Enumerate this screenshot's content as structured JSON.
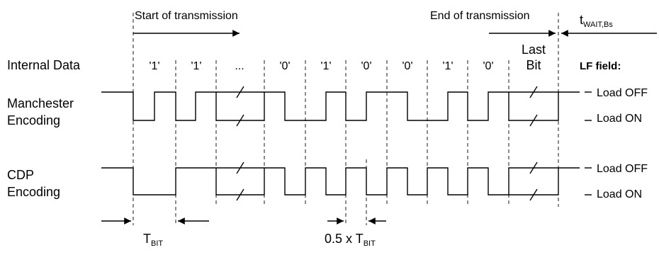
{
  "header": {
    "start_label": "Start of transmission",
    "end_label": "End of transmission",
    "t_wait_main": "t",
    "t_wait_sub": "WAIT,Bs"
  },
  "internal_data": {
    "label": "Internal Data",
    "bits": [
      "'1'",
      "'1'",
      "...",
      "'0'",
      "'1'",
      "'0'",
      "'0'",
      "'1'",
      "'0'"
    ],
    "last_bit_line1": "Last",
    "last_bit_line2": "Bit"
  },
  "lf_field": {
    "title": "LF field:",
    "manchester_load_off": "Load OFF",
    "manchester_load_on": "Load ON",
    "cdp_load_off": "Load OFF",
    "cdp_load_on": "Load ON"
  },
  "manchester": {
    "line1": "Manchester",
    "line2": "Encoding"
  },
  "cdp": {
    "line1": "CDP",
    "line2": "Encoding"
  },
  "timing": {
    "tbit_main": "T",
    "tbit_sub": "BIT",
    "half_prefix": "0.5 x T",
    "half_sub": "BIT"
  }
}
